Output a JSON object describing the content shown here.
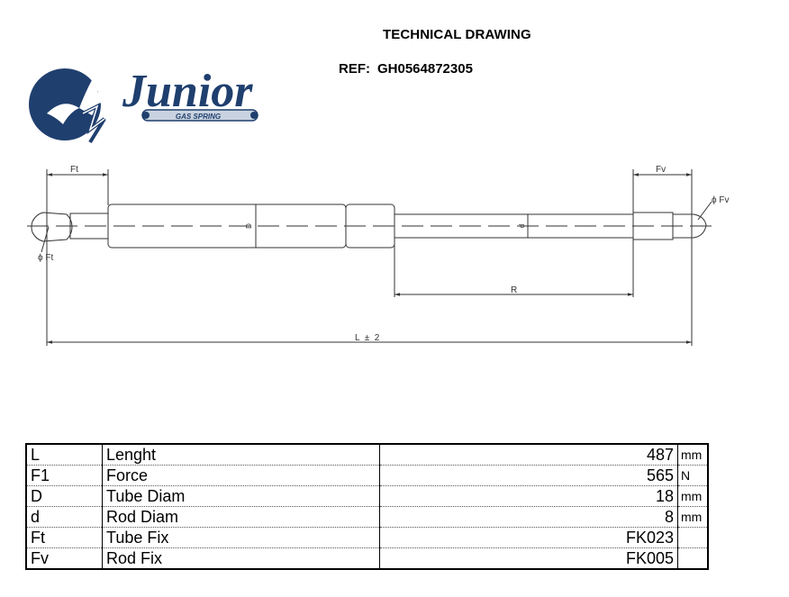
{
  "header": {
    "title": "TECHNICAL DRAWING",
    "ref_label": "REF:",
    "ref_value": "GH0564872305"
  },
  "logo": {
    "brand": "Junior",
    "tagline": "GAS SPRING",
    "colors": {
      "navy": "#1f3f6e",
      "light": "#c9d3e0"
    }
  },
  "drawing": {
    "labels": {
      "ft_top": "Ft",
      "fv_top": "Fv",
      "phi_ft": "ϕ Ft",
      "phi_fv": "ϕ Fv",
      "D": "D",
      "d": "d",
      "R": "R",
      "L": "L  ±  2"
    }
  },
  "specs": [
    {
      "code": "L",
      "name": "Lenght",
      "value": "487",
      "unit": "mm"
    },
    {
      "code": "F1",
      "name": "Force",
      "value": "565",
      "unit": "N"
    },
    {
      "code": "D",
      "name": "Tube Diam",
      "value": "18",
      "unit": "mm"
    },
    {
      "code": "d",
      "name": "Rod Diam",
      "value": "8",
      "unit": "mm"
    },
    {
      "code": "Ft",
      "name": "Tube Fix",
      "value": "FK023",
      "unit": ""
    },
    {
      "code": "Fv",
      "name": "Rod Fix",
      "value": "FK005",
      "unit": ""
    }
  ]
}
